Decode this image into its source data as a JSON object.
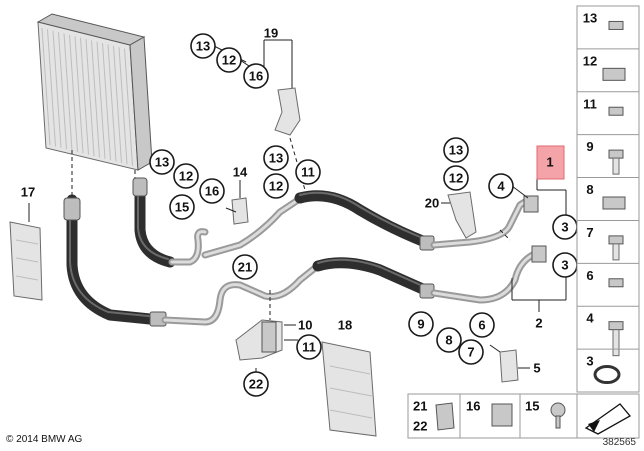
{
  "callouts": {
    "c13_top": "13",
    "c12_top": "12",
    "c16_top": "16",
    "l19": "19",
    "c13_mid": "13",
    "c12_mid": "12",
    "c16_mid": "16",
    "c15_mid": "15",
    "l14": "14",
    "c13_ctr": "13",
    "c12_ctr": "12",
    "c11_ctr": "11",
    "c21": "21",
    "l17": "17",
    "l10": "10",
    "c11_low": "11",
    "c22": "22",
    "l18": "18",
    "c13_r": "13",
    "c12_r": "12",
    "l20": "20",
    "c4": "4",
    "l1": "1",
    "c3_a": "3",
    "c3_b": "3",
    "l2": "2",
    "c9": "9",
    "c8": "8",
    "c6": "6",
    "c7": "7",
    "l5": "5"
  },
  "sidebar": {
    "items": [
      "13",
      "12",
      "11",
      "9",
      "8",
      "7",
      "6",
      "4",
      "3"
    ]
  },
  "bottom_panel": {
    "item_a": "21",
    "item_b": "22",
    "item_c": "16",
    "item_d": "15"
  },
  "footer": {
    "copyright": "© 2014 BMW AG",
    "figure_number": "382565"
  },
  "colors": {
    "highlight_red": "#f4a3a8",
    "hose": "#2e2e2e",
    "pipe": "#9a9a9a"
  }
}
